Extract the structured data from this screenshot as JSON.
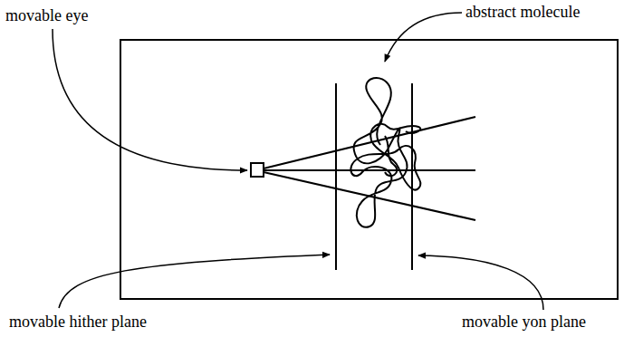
{
  "diagram": {
    "labels": [
      "movable eye",
      "abstract molecule",
      "movable hither plane",
      "movable yon plane"
    ]
  }
}
